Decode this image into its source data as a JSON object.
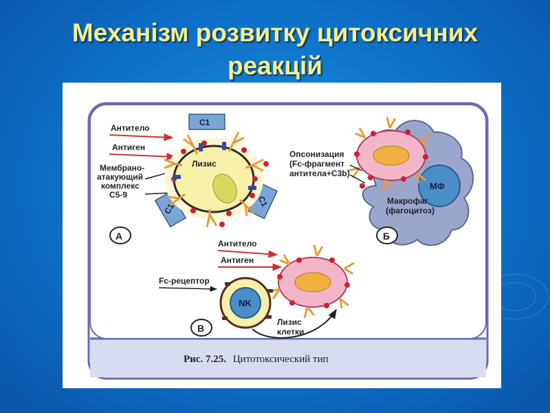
{
  "slide": {
    "title_line1": "Механізм розвитку цитоксичних",
    "title_line2": "реакцій"
  },
  "figure": {
    "caption_number": "Рис. 7.25.",
    "caption_text": "Цитотоксический тип",
    "panel_a": {
      "marker": "А",
      "label_antibody": "Антитело",
      "label_antigen": "Антиген",
      "label_mac_1": "Мембрано-",
      "label_mac_2": "атакующий",
      "label_mac_3": "комплекс",
      "label_mac_4": "С5-9",
      "label_lysis": "Лизис",
      "complement_c1": "С1"
    },
    "panel_b": {
      "marker": "Б",
      "label_opsonization_1": "Опсонизация",
      "label_opsonization_2": "(Fc-фрагмент",
      "label_opsonization_3": "антитела+С3b)",
      "label_macrophage_1": "Макрофаг",
      "label_macrophage_2": "(фагоцитоз)",
      "macrophage_abbrev": "МФ"
    },
    "panel_c": {
      "marker": "В",
      "label_antibody": "Антитело",
      "label_antigen": "Антиген",
      "label_fc_receptor": "Fc-рецептор",
      "nk_label": "NK",
      "label_lysis_1": "Лизис",
      "label_lysis_2": "клетки"
    }
  },
  "colors": {
    "background": "#0d6fc6",
    "title": "#f4f08a",
    "cell_membrane": "#f7f0a8",
    "cell_pink": "#f2b6c8",
    "nucleus": "#f0b040",
    "complement": "#7aa6d6",
    "antibody": "#e89a3a",
    "marker_red": "#d02030",
    "figure_border": "#6a6ab8",
    "caption_band": "#d8dcf0",
    "macrophage": "#9aa6cc",
    "mf_nucleus": "#4a8ec8"
  }
}
